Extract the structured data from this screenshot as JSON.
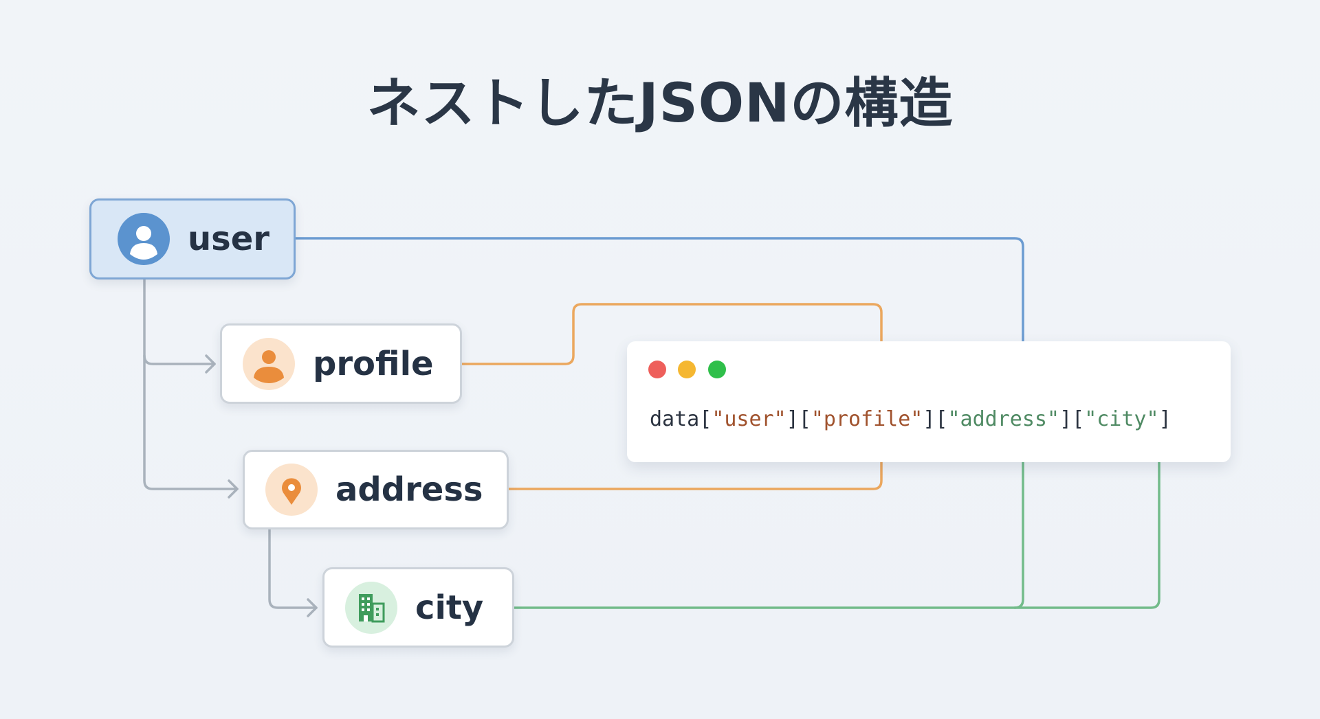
{
  "title": "ネストしたJSONの構造",
  "nodes": {
    "user": {
      "label": "user",
      "icon": "user-circle-icon"
    },
    "profile": {
      "label": "profile",
      "icon": "person-icon"
    },
    "address": {
      "label": "address",
      "icon": "map-pin-icon"
    },
    "city": {
      "label": "city",
      "icon": "building-icon"
    }
  },
  "code": {
    "prefix": "data",
    "keys": [
      "\"user\"",
      "\"profile\"",
      "\"address\"",
      "\"city\""
    ]
  },
  "colors": {
    "blue": "#6b9bd1",
    "orange": "#eba75e",
    "green": "#72bb8a",
    "gray": "#a9b2bc",
    "key_brown": "#a0522d",
    "key_green": "#4f8a63",
    "dot_red": "#ee5f5b",
    "dot_yellow": "#f5b731",
    "dot_green": "#2fbf4a"
  }
}
